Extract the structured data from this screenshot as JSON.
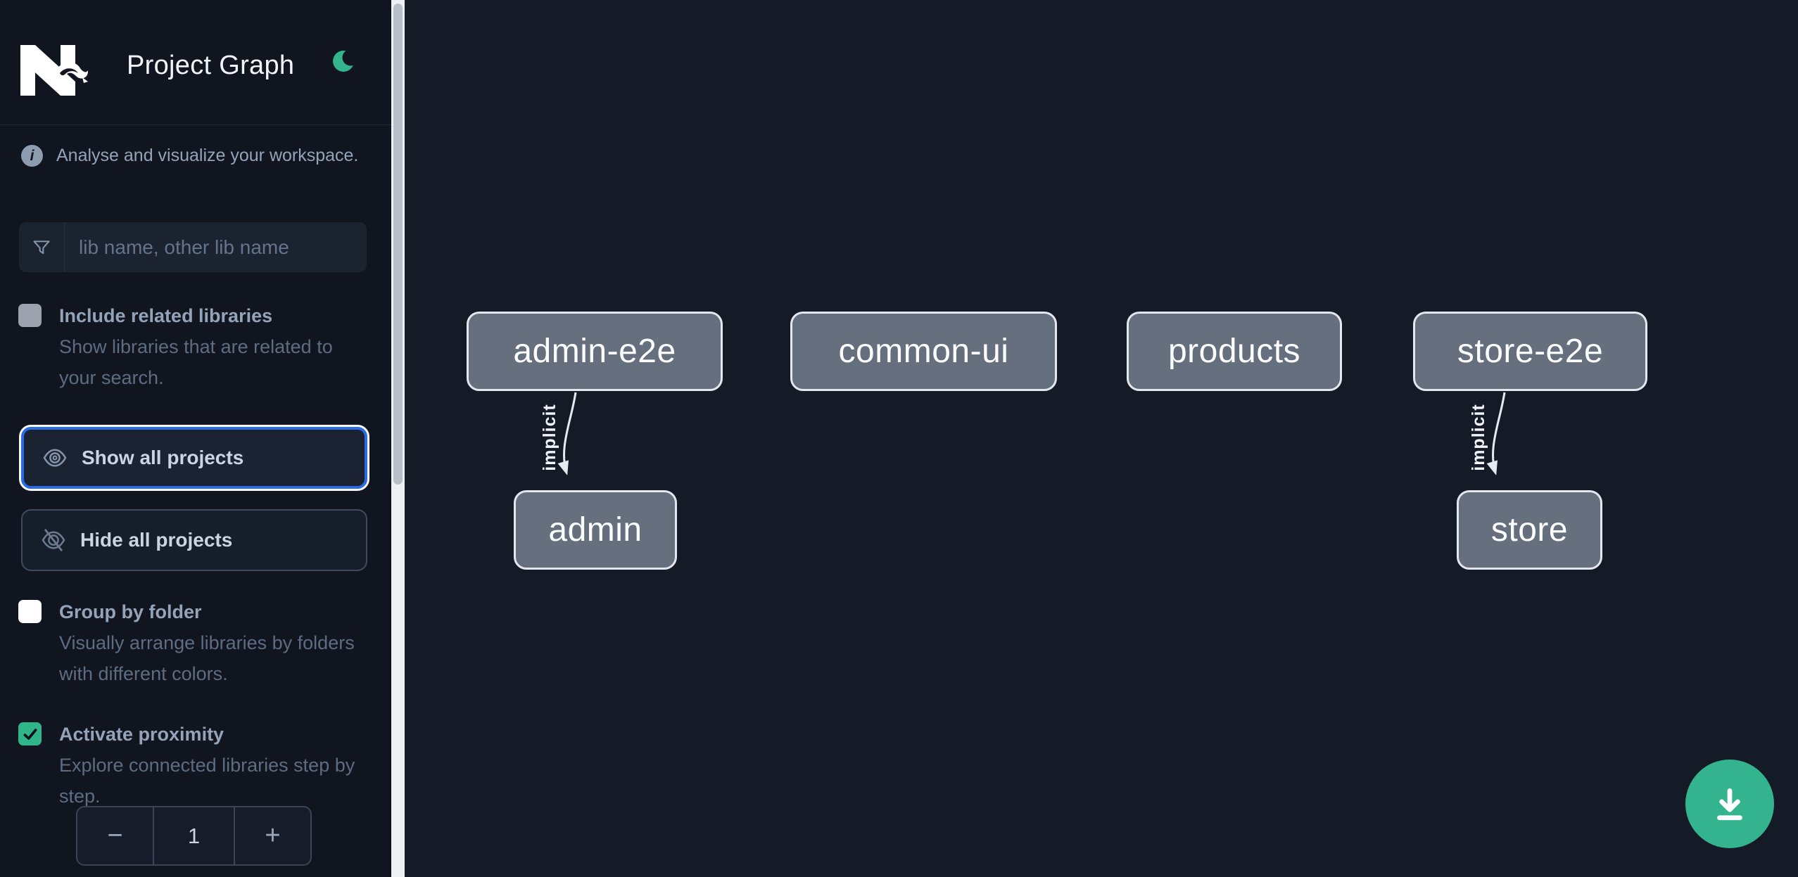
{
  "app": {
    "title": "Project Graph"
  },
  "sidebar": {
    "tagline": "Analyse and visualize your workspace.",
    "search": {
      "placeholder": "lib name, other lib name",
      "value": ""
    },
    "options": {
      "related": {
        "label": "Include related libraries",
        "description": "Show libraries that are related to your search.",
        "checked": false
      },
      "folder": {
        "label": "Group by folder",
        "description": "Visually arrange libraries by folders with different colors.",
        "checked": false
      },
      "proximity": {
        "label": "Activate proximity",
        "description": "Explore connected libraries step by step.",
        "checked": true
      }
    },
    "actions": {
      "show_all": "Show all projects",
      "hide_all": "Hide all projects"
    },
    "stepper": {
      "decrement": "−",
      "value": "1",
      "increment": "+"
    }
  },
  "canvas": {
    "nodes": [
      {
        "label": "admin-e2e"
      },
      {
        "label": "common-ui"
      },
      {
        "label": "products"
      },
      {
        "label": "store-e2e"
      },
      {
        "label": "admin"
      },
      {
        "label": "store"
      }
    ],
    "edges": [
      {
        "source": "admin-e2e",
        "target": "admin",
        "label": "implicit"
      },
      {
        "source": "store-e2e",
        "target": "store",
        "label": "implicit"
      }
    ]
  },
  "fab": {
    "icon": "download-icon"
  },
  "icons": {
    "logo": "nx-logo",
    "theme": "moon-icon",
    "info": "info-icon",
    "filter": "funnel-icon",
    "show": "eye-icon",
    "hide": "eye-off-icon",
    "check": "check-icon"
  },
  "colors": {
    "accent_green": "#34b48e",
    "focus_blue": "#2b6be3",
    "node_fill": "#656f7e",
    "node_border": "#e3e8ef",
    "sidebar_bg": "#111520",
    "canvas_bg": "#151a27",
    "text_muted": "#94a3b8"
  }
}
